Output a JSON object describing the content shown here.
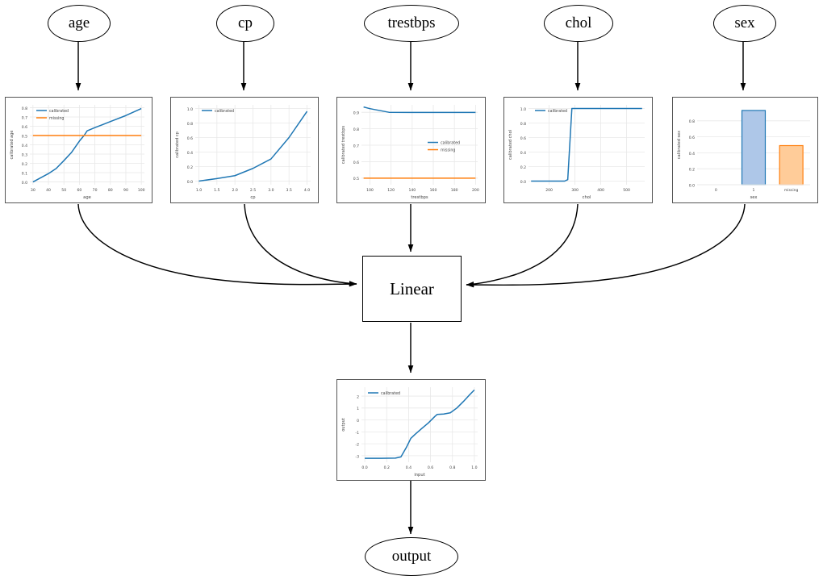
{
  "diagram": {
    "type": "calibrated-additive-model-graph",
    "input_nodes": [
      {
        "id": "age",
        "label": "age"
      },
      {
        "id": "cp",
        "label": "cp"
      },
      {
        "id": "trestbps",
        "label": "trestbps"
      },
      {
        "id": "chol",
        "label": "chol"
      },
      {
        "id": "sex",
        "label": "sex"
      }
    ],
    "linear_node": {
      "label": "Linear"
    },
    "output_node": {
      "label": "output"
    },
    "colors": {
      "calibrated": "#1f77b4",
      "missing": "#ff7f0e",
      "bar_blue_face": "#aec7e8",
      "bar_blue_edge": "#1f77b4",
      "bar_orange_face": "#ffcc99",
      "bar_orange_edge": "#ff7f0e",
      "edge": "#000000",
      "panel_border": "#555555",
      "grid": "#e8e8e8",
      "tick_text": "#444444"
    }
  },
  "chart_data": [
    {
      "id": "age",
      "type": "line",
      "title": "",
      "xlabel": "age",
      "ylabel": "calibrated age",
      "xlim": [
        28,
        102
      ],
      "ylim": [
        -0.03,
        0.83
      ],
      "xticks": [
        30,
        40,
        50,
        60,
        70,
        80,
        90,
        100
      ],
      "yticks": [
        0.0,
        0.1,
        0.2,
        0.3,
        0.4,
        0.5,
        0.6,
        0.7,
        0.8
      ],
      "grid": true,
      "legend": [
        "calibrated",
        "missing"
      ],
      "legend_position": "upper left",
      "series": [
        {
          "name": "calibrated",
          "color": "#1f77b4",
          "x": [
            30,
            40,
            45,
            50,
            55,
            60,
            63,
            65,
            70,
            80,
            90,
            100
          ],
          "y": [
            0.0,
            0.09,
            0.145,
            0.23,
            0.32,
            0.44,
            0.5,
            0.55,
            0.585,
            0.65,
            0.715,
            0.79
          ]
        },
        {
          "name": "missing",
          "color": "#ff7f0e",
          "x": [
            30,
            100
          ],
          "y": [
            0.5,
            0.5
          ]
        }
      ]
    },
    {
      "id": "cp",
      "type": "line",
      "title": "",
      "xlabel": "cp",
      "ylabel": "calibrated cp",
      "xlim": [
        0.9,
        4.1
      ],
      "ylim": [
        -0.05,
        1.05
      ],
      "xticks": [
        1.0,
        1.5,
        2.0,
        2.5,
        3.0,
        3.5,
        4.0
      ],
      "yticks": [
        0.0,
        0.2,
        0.4,
        0.6,
        0.8,
        1.0
      ],
      "grid": true,
      "legend": [
        "calibrated"
      ],
      "legend_position": "upper left",
      "series": [
        {
          "name": "calibrated",
          "color": "#1f77b4",
          "x": [
            1.0,
            1.5,
            2.0,
            2.5,
            3.0,
            3.5,
            4.0
          ],
          "y": [
            0.0,
            0.035,
            0.075,
            0.175,
            0.305,
            0.6,
            0.96
          ]
        }
      ]
    },
    {
      "id": "trestbps",
      "type": "line",
      "title": "",
      "xlabel": "trestbps",
      "ylabel": "calibrated trestbps",
      "xlim": [
        92,
        202
      ],
      "ylim": [
        0.46,
        0.945
      ],
      "xticks": [
        100,
        120,
        140,
        160,
        180,
        200
      ],
      "yticks": [
        0.5,
        0.6,
        0.7,
        0.8,
        0.9
      ],
      "grid": true,
      "legend": [
        "calibrated",
        "missing"
      ],
      "legend_position": "center right",
      "series": [
        {
          "name": "calibrated",
          "color": "#1f77b4",
          "x": [
            94,
            100,
            118,
            140,
            200
          ],
          "y": [
            0.932,
            0.922,
            0.9,
            0.899,
            0.899
          ]
        },
        {
          "name": "missing",
          "color": "#ff7f0e",
          "x": [
            94,
            200
          ],
          "y": [
            0.5,
            0.5
          ]
        }
      ]
    },
    {
      "id": "chol",
      "type": "line",
      "title": "",
      "xlabel": "chol",
      "ylabel": "calibrated chol",
      "xlim": [
        120,
        570
      ],
      "ylim": [
        -0.05,
        1.05
      ],
      "xticks": [
        200,
        300,
        400,
        500
      ],
      "yticks": [
        0.0,
        0.2,
        0.4,
        0.6,
        0.8,
        1.0
      ],
      "grid": true,
      "legend": [
        "calibrated"
      ],
      "legend_position": "upper left",
      "series": [
        {
          "name": "calibrated",
          "color": "#1f77b4",
          "x": [
            130,
            260,
            272,
            288,
            300,
            560
          ],
          "y": [
            0.0,
            0.0,
            0.02,
            1.0,
            1.0,
            1.0
          ]
        }
      ]
    },
    {
      "id": "sex",
      "type": "bar",
      "title": "",
      "xlabel": "sex",
      "ylabel": "calibrated sex",
      "categories": [
        "0",
        "1",
        "missing"
      ],
      "values": [
        0.0,
        0.93,
        0.49
      ],
      "bar_colors": [
        "#aec7e8",
        "#aec7e8",
        "#ffcc99"
      ],
      "bar_edge_colors": [
        "#1f77b4",
        "#1f77b4",
        "#ff7f0e"
      ],
      "ylim": [
        0,
        1.0
      ],
      "yticks": [
        0.0,
        0.2,
        0.4,
        0.6,
        0.8
      ],
      "grid": true,
      "legend": [],
      "legend_position": "none"
    },
    {
      "id": "output",
      "type": "line",
      "title": "",
      "xlabel": "input",
      "ylabel": "output",
      "xlim": [
        -0.03,
        1.03
      ],
      "ylim": [
        -3.55,
        2.75
      ],
      "xticks": [
        0.0,
        0.2,
        0.4,
        0.6,
        0.8,
        1.0
      ],
      "yticks": [
        -3,
        -2,
        -1,
        0,
        1,
        2
      ],
      "grid": true,
      "legend": [
        "calibrated"
      ],
      "legend_position": "upper left",
      "series": [
        {
          "name": "calibrated",
          "color": "#1f77b4",
          "x": [
            0.0,
            0.15,
            0.28,
            0.33,
            0.38,
            0.42,
            0.46,
            0.52,
            0.58,
            0.64,
            0.66,
            0.72,
            0.78,
            0.84,
            0.9,
            0.95,
            1.0
          ],
          "y": [
            -3.22,
            -3.22,
            -3.2,
            -3.1,
            -2.3,
            -1.55,
            -1.2,
            -0.72,
            -0.25,
            0.3,
            0.46,
            0.5,
            0.6,
            1.0,
            1.55,
            2.05,
            2.52
          ]
        }
      ]
    }
  ]
}
